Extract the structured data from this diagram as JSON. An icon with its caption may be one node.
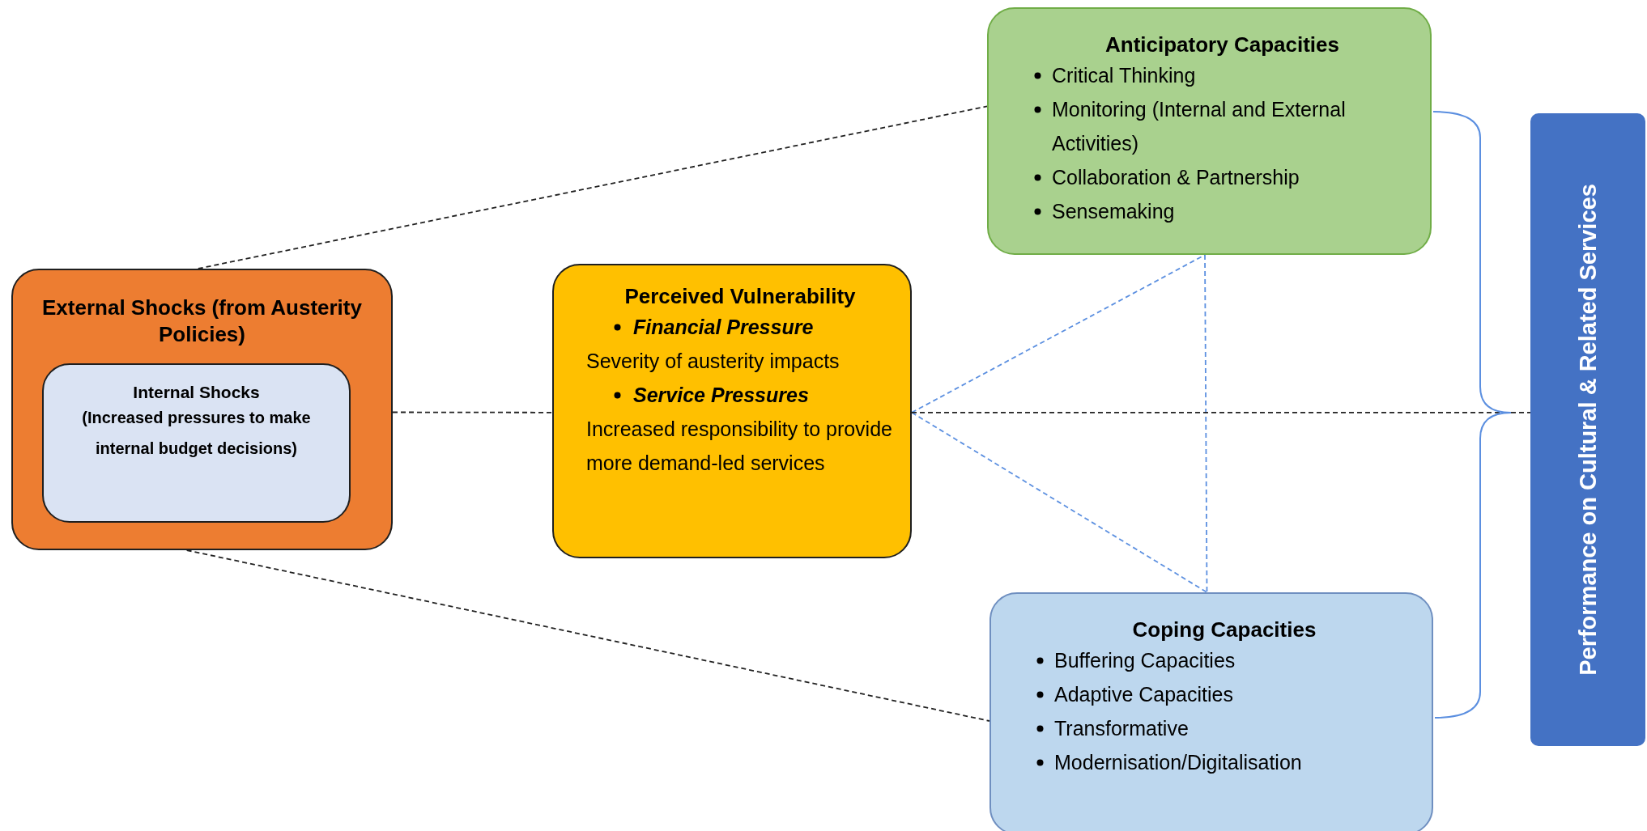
{
  "diagram": {
    "nodes": [
      {
        "text": [
          "External Shocks (from Austerity Policies)"
        ]
      },
      {
        "text": [
          "Internal Shocks",
          "(Increased pressures to make internal budget decisions)"
        ],
        "in": 0
      },
      {
        "text": [
          "Perceived Vulnerability",
          "Financial Pressure",
          "Severity of austerity impacts",
          "Service Pressures",
          "Increased responsibility to provide more demand-led services"
        ]
      },
      {
        "text": [
          "Anticipatory Capacities",
          "Critical Thinking",
          "Monitoring (Internal and External Activities)",
          "Collaboration & Partnership",
          "Sensemaking"
        ]
      },
      {
        "text": [
          "Coping Capacities",
          "Buffering Capacities",
          "Adaptive Capacities",
          "Transformative",
          "Modernisation/Digitalisation"
        ]
      },
      {
        "text": [
          "Performance on Cultural & Related Services"
        ]
      }
    ],
    "edges": [
      {
        "from": 0,
        "to": 3,
        "arrow": "none",
        "style": "dashed"
      },
      {
        "from": 0,
        "to": 4,
        "arrow": "none",
        "style": "dashed"
      },
      {
        "from": 0,
        "to": 2,
        "arrow": "none",
        "style": "dashed"
      },
      {
        "from": 2,
        "to": 3,
        "arrow": "none",
        "style": "dashed",
        "color": "#5b8fe0"
      },
      {
        "from": 2,
        "to": 4,
        "arrow": "none",
        "style": "dashed",
        "color": "#5b8fe0"
      },
      {
        "from": 3,
        "to": 4,
        "arrow": "none",
        "style": "dashed",
        "color": "#5b8fe0"
      },
      {
        "from": 2,
        "to": 5,
        "arrow": "none",
        "style": "dashed"
      }
    ]
  }
}
